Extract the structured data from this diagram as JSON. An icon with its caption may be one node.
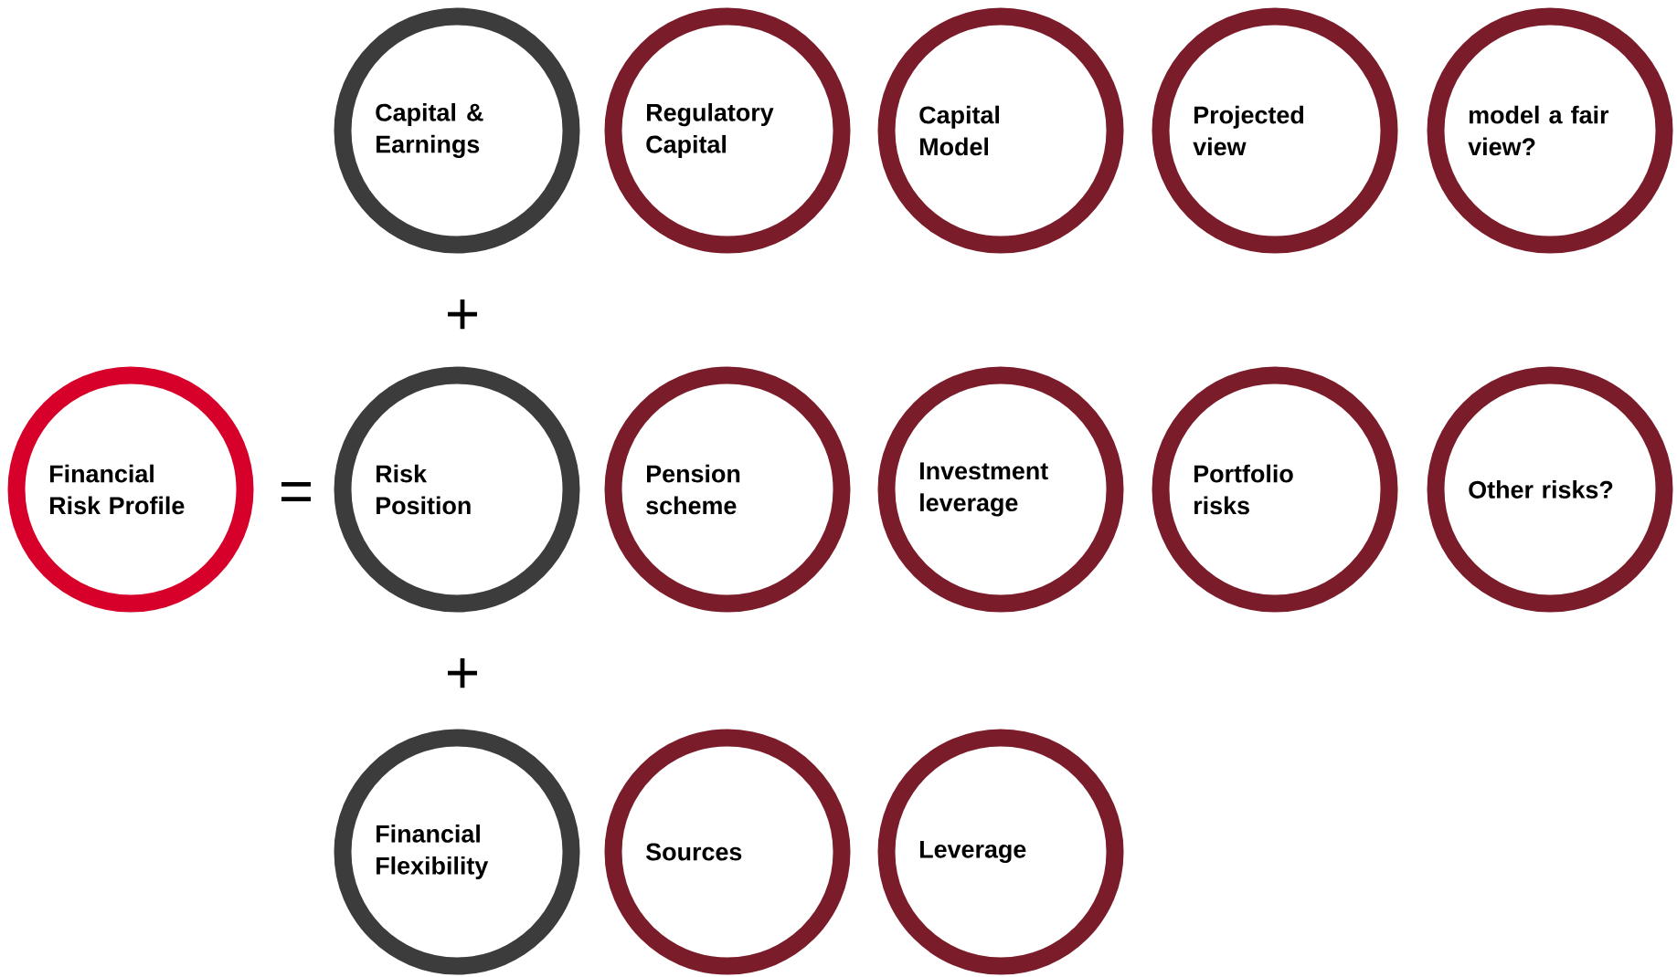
{
  "diagram": {
    "nodes": [
      {
        "text": [
          "Capital & Earnings"
        ]
      },
      {
        "text": [
          "Regulatory Capital"
        ]
      },
      {
        "text": [
          "Capital Model"
        ]
      },
      {
        "text": [
          "Projected view"
        ]
      },
      {
        "text": [
          "model a fair view?"
        ]
      },
      {
        "text": [
          "Financial Risk Profile"
        ]
      },
      {
        "text": [
          "Risk Position"
        ]
      },
      {
        "text": [
          "Pension scheme"
        ]
      },
      {
        "text": [
          "Investment leverage"
        ]
      },
      {
        "text": [
          "Portfolio risks"
        ]
      },
      {
        "text": [
          "Other risks?"
        ]
      },
      {
        "text": [
          "Financial Flexibility"
        ]
      },
      {
        "text": [
          "Sources"
        ]
      },
      {
        "text": [
          "Leverage"
        ]
      }
    ],
    "labels": [
      "+",
      "=",
      "+"
    ]
  }
}
